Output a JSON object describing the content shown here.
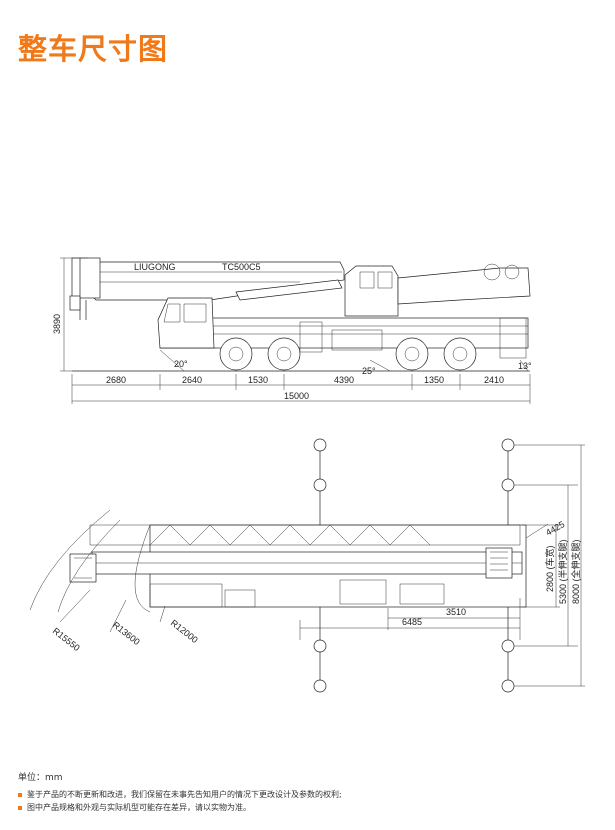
{
  "title": "整车尺寸图",
  "side_view": {
    "height_dim": "3890",
    "bottom_dims": [
      "2680",
      "2640",
      "1530",
      "4390",
      "1350",
      "2410"
    ],
    "total_length": "15000",
    "angles": [
      "20°",
      "25°",
      "13°"
    ],
    "boom_labels": [
      "LIUGONG",
      "TC500C5"
    ]
  },
  "top_view": {
    "radii": [
      "R15550",
      "R13600",
      "R12000"
    ],
    "dims": [
      "3510",
      "6485"
    ],
    "vertical_dims": [
      "4425",
      "2800 (车宽)",
      "5300 (半伸支腿)",
      "8000 (全伸支腿)"
    ]
  },
  "unit": "单位：mm",
  "notes": [
    "鉴于产品的不断更新和改进，我们保留在未事先告知用户的情况下更改设计及参数的权利;",
    "图中产品规格和外观与实际机型可能存在差异，请以实物为准。"
  ],
  "colors": {
    "accent": "#f07a1a"
  }
}
